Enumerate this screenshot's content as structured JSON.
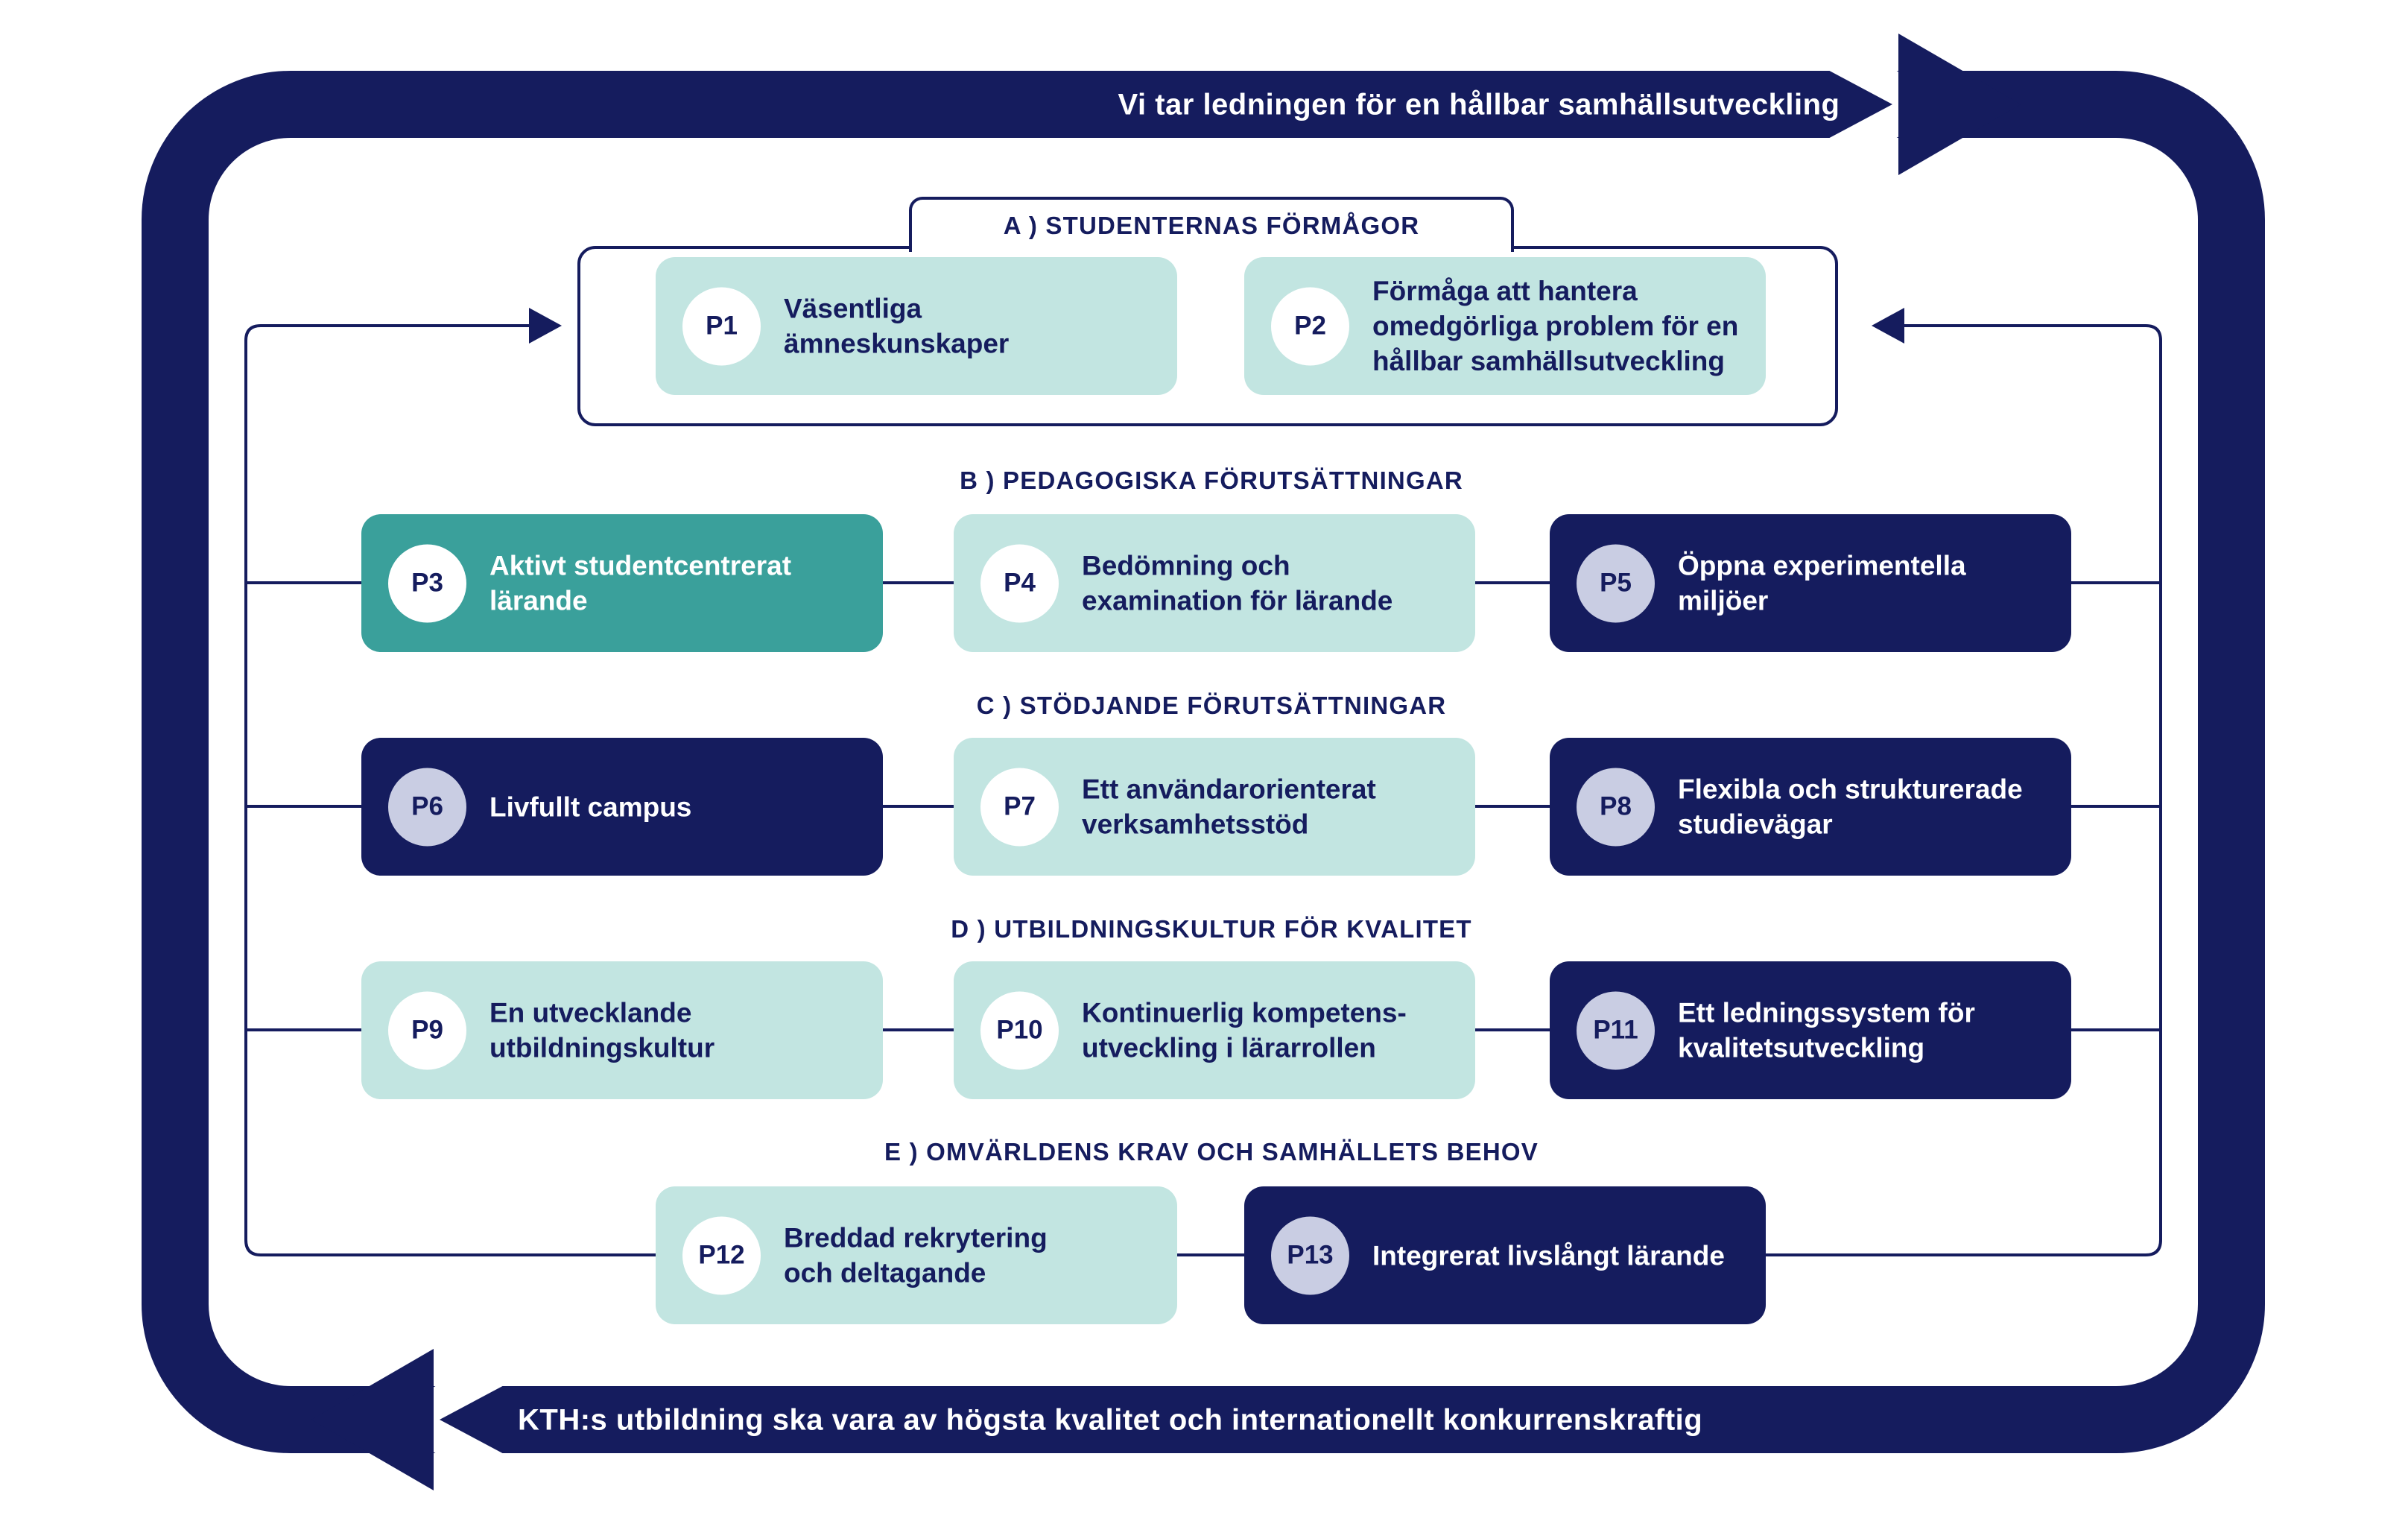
{
  "colors": {
    "navy": "#151C5E",
    "mint": "#C2E5E1",
    "teal": "#3AA09B",
    "lavender": "#C9CDE3",
    "white": "#FFFFFF"
  },
  "banner": {
    "top": "Vi tar ledningen för en hållbar samhällsutveckling",
    "bottom": "KTH:s utbildning ska vara av högsta kvalitet och internationellt konkurrenskraftig"
  },
  "sections": {
    "a": "A )  STUDENTERNAS FÖRMÅGOR",
    "b": "B )  PEDAGOGISKA FÖRUTSÄTTNINGAR",
    "c": "C )  STÖDJANDE FÖRUTSÄTTNINGAR",
    "d": "D )  UTBILDNINGSKULTUR FÖR KVALITET",
    "e": "E )  OMVÄRLDENS KRAV OCH SAMHÄLLETS BEHOV"
  },
  "boxes": {
    "p1": {
      "id": "P1",
      "text": "Väsentliga\nämneskunskaper"
    },
    "p2": {
      "id": "P2",
      "text": "Förmåga att hantera\nomedgörliga problem för en\nhållbar samhällsutveckling"
    },
    "p3": {
      "id": "P3",
      "text": "Aktivt studentcentrerat\nlärande"
    },
    "p4": {
      "id": "P4",
      "text": "Bedömning och\nexamination för lärande"
    },
    "p5": {
      "id": "P5",
      "text": "Öppna experimentella\nmiljöer"
    },
    "p6": {
      "id": "P6",
      "text": "Livfullt campus"
    },
    "p7": {
      "id": "P7",
      "text": "Ett användarorienterat\nverksamhetsstöd"
    },
    "p8": {
      "id": "P8",
      "text": "Flexibla och strukturerade\nstudievägar"
    },
    "p9": {
      "id": "P9",
      "text": "En utvecklande\nutbildningskultur"
    },
    "p10": {
      "id": "P10",
      "text": "Kontinuerlig kompetens-\nutveckling i lärarrollen"
    },
    "p11": {
      "id": "P11",
      "text": "Ett ledningssystem för\nkvalitetsutveckling"
    },
    "p12": {
      "id": "P12",
      "text": "Breddad rekrytering\noch deltagande"
    },
    "p13": {
      "id": "P13",
      "text": "Integrerat livslångt lärande"
    }
  }
}
